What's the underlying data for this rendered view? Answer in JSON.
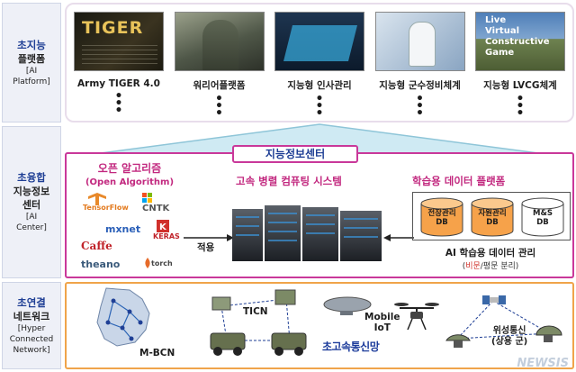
{
  "sidebar": [
    {
      "title": "초지능",
      "subtitle": "플랫폼",
      "english": "[AI\nPlatform]"
    },
    {
      "title": "초융합",
      "subtitle": "지능정보\n센터",
      "english": "[AI\nCenter]"
    },
    {
      "title": "초연결",
      "subtitle": "네트워크",
      "english": "[Hyper\nConnected\nNetwork]"
    }
  ],
  "platforms": [
    {
      "label": "Army TIGER 4.0",
      "image_text": "TIGER",
      "image_icon": "tiger-slide-icon"
    },
    {
      "label": "워리어플랫폼",
      "image_icon": "soldier-icon"
    },
    {
      "label": "지능형 인사관리",
      "image_icon": "touchscreen-icon"
    },
    {
      "label": "지능형 군수정비체계",
      "image_icon": "robot-icon"
    },
    {
      "label": "지능형 LVCG체계",
      "image_text": "Live\nVirtual\nConstructive\nGame",
      "image_icon": "battlefield-icon"
    }
  ],
  "continuation_dots": "•\n•\n•",
  "center": {
    "title": "지능정보센터",
    "algorithm_title": "오픈 알고리즘",
    "algorithm_title_en": "(Open Algorithm)",
    "logos": {
      "tensorflow": "TensorFlow",
      "cntk": "CNTK",
      "mxnet": "mxnet",
      "caffe": "Caffe",
      "keras": "KERAS",
      "theano": "theano",
      "torch": "torch"
    },
    "apply_label": "적용",
    "hpc_title": "고속 병렬 컴퓨팅 시스템",
    "data_platform_title": "학습용 데이터 플랫폼",
    "databases": [
      {
        "label": "전장관리\nDB",
        "color": "#f6a24a"
      },
      {
        "label": "자원관리\nDB",
        "color": "#f6a24a"
      },
      {
        "label": "M&S\nDB",
        "color": "#ffffff"
      }
    ],
    "ai_data_management": "AI 학습용 데이터 관리",
    "ai_data_sub_red": "비문",
    "ai_data_sub_rest": "/평문 분리)",
    "ai_data_sub_open": "("
  },
  "network": {
    "mbcn": "M-BCN",
    "ticn": "TICN",
    "mobile_iot": "Mobile\nIoT",
    "high_speed": "초고속통신망",
    "satellite": "위성통신\n(상용 군)"
  },
  "watermark": "NEWSIS",
  "colors": {
    "sidebar_title": "#1f3f95",
    "center_border": "#c9389a",
    "network_border": "#f0a44a",
    "arrow_fill": "#cfeaf3",
    "arrow_stroke": "#8ec5d8",
    "pink_title": "#c2287f"
  }
}
